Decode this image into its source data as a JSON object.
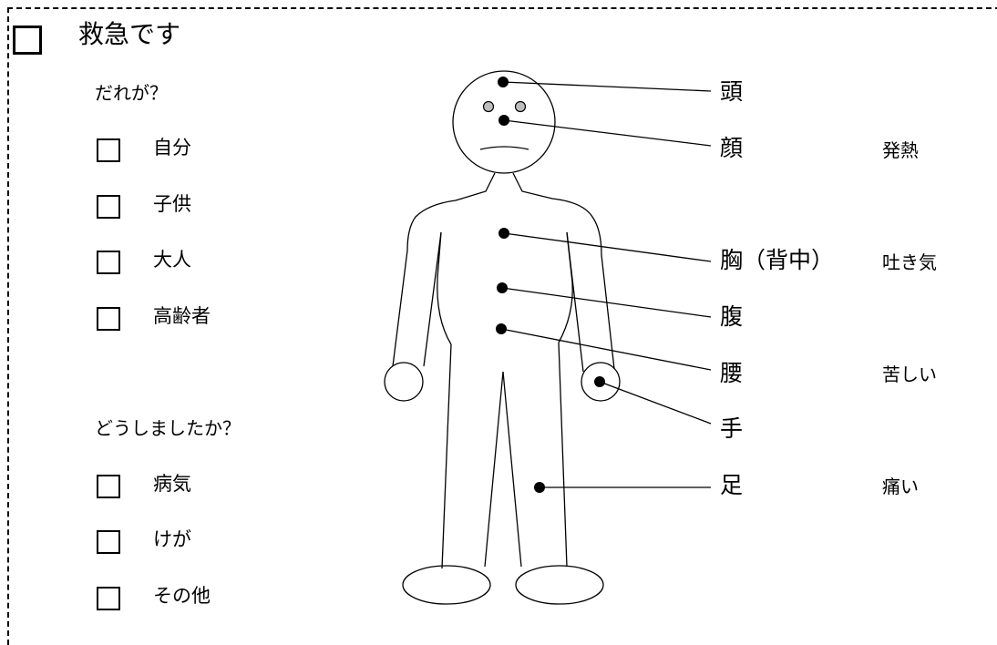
{
  "title": "救急です",
  "who": {
    "question": "だれが？",
    "options": [
      "自分",
      "子供",
      "大人",
      "高齢者"
    ]
  },
  "what": {
    "question": "どうしましたか？",
    "options": [
      "病気",
      "けが",
      "その他"
    ]
  },
  "body_parts": [
    "頭",
    "顔",
    "胸（背中）",
    "腹",
    "腰",
    "手",
    "足"
  ],
  "symptoms": [
    "発熱",
    "吐き気",
    "苦しい",
    "痛い"
  ]
}
